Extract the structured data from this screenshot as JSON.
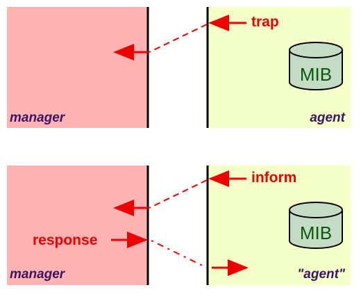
{
  "colors": {
    "manager_fill": "#ffb3b3",
    "agent_fill": "#f5ffc8",
    "arrow": "#ee0000",
    "label_red": "#ee0000",
    "role_label": "#3a1560",
    "mib_fill": "#c3dcc3",
    "mib_text": "#0b5a0b",
    "divider": "#000000"
  },
  "top_panel": {
    "manager_label": "manager",
    "agent_label": "agent",
    "message_label": "trap",
    "mib_label": "MIB"
  },
  "bottom_panel": {
    "manager_label": "manager",
    "agent_label": "\"agent\"",
    "message_label": "inform",
    "response_label": "response",
    "mib_label": "MIB"
  }
}
